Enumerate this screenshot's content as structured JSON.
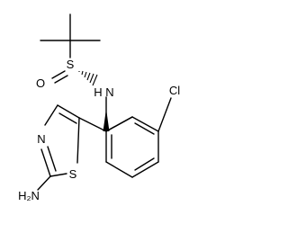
{
  "molecule": {
    "atoms": {
      "sulfur": "S",
      "oxygen": "O",
      "amide_nitrogen": "N",
      "amide_hydrogen": "H",
      "chlorine": "Cl",
      "thiazole_nitrogen": "N",
      "thiazole_sulfur": "S",
      "amino_group": "H₂N"
    }
  }
}
